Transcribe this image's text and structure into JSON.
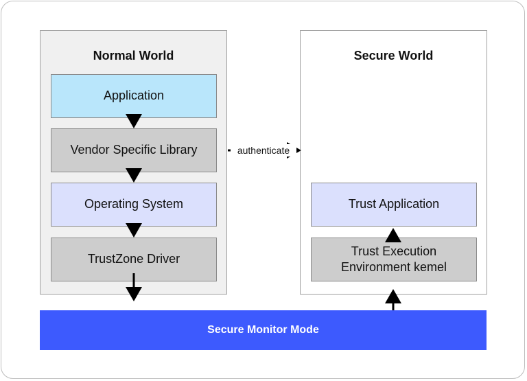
{
  "normal_world": {
    "title": "Normal World",
    "boxes": {
      "application": "Application",
      "vendor_library": "Vendor Specific Library",
      "operating_system": "Operating System",
      "trustzone_driver": "TrustZone Driver"
    }
  },
  "secure_world": {
    "title": "Secure World",
    "boxes": {
      "trust_application": "Trust Application",
      "tee_kernel_line1": "Trust Execution",
      "tee_kernel_line2": "Environment kemel"
    }
  },
  "secure_monitor": {
    "label": "Secure Monitor Mode"
  },
  "edges": {
    "authenticate": "authenticate"
  },
  "colors": {
    "application": "#b9e6fb",
    "os_and_trust_app": "#dbe0fd",
    "gray_boxes": "#cdcdcd",
    "normal_world_bg": "#f0f0f0",
    "secure_monitor": "#3d5afe"
  }
}
